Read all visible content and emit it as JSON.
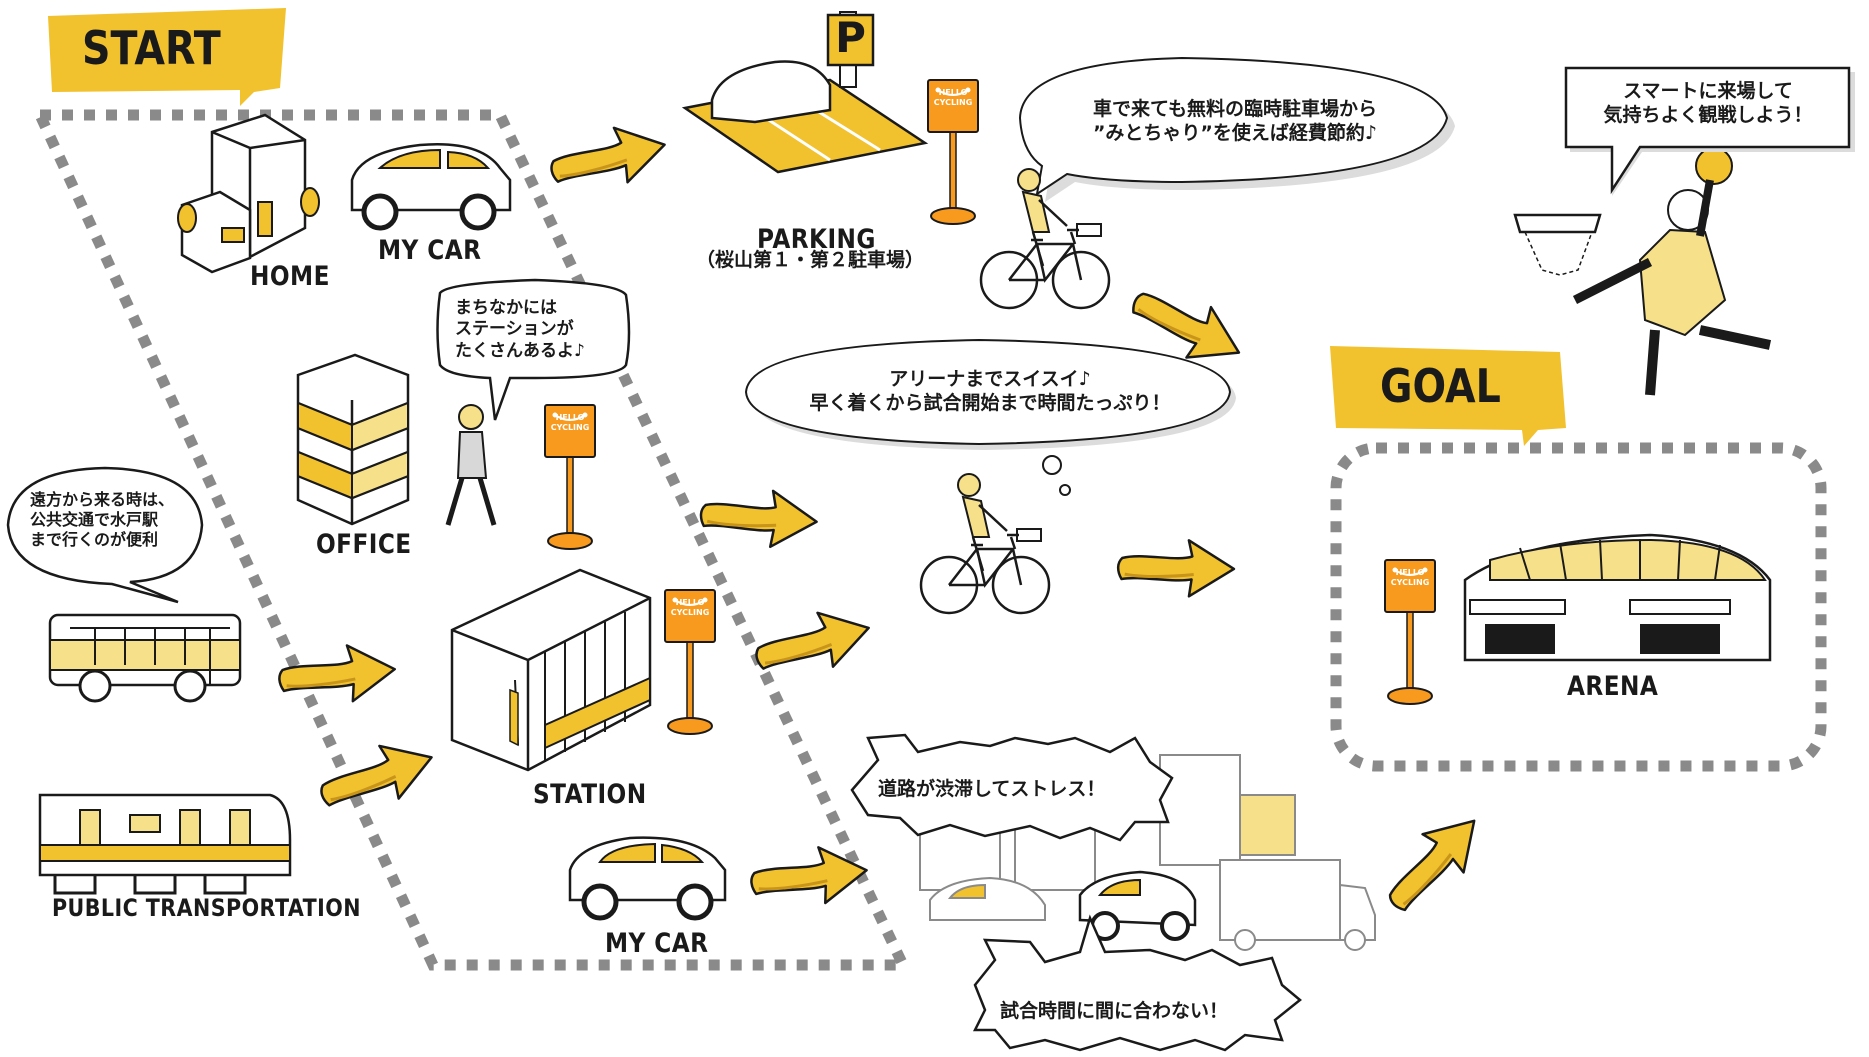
{
  "tags": {
    "start": "START",
    "goal": "GOAL"
  },
  "labels": {
    "home": "HOME",
    "my_car_top": "MY CAR",
    "office": "OFFICE",
    "station": "STATION",
    "public_transportation": "PUBLIC TRANSPORTATION",
    "my_car_bottom": "MY CAR",
    "parking": "PARKING",
    "parking_sub": "（桜山第１・第２駐車場）",
    "arena": "ARENA"
  },
  "signs": {
    "hello_cycling": [
      "HELLO",
      "CYCLING"
    ]
  },
  "parking_mark": "P",
  "bubbles": {
    "parking": [
      "車で来ても無料の臨時駐車場から",
      "”みとちゃり”を使えば経費節約♪"
    ],
    "smart": [
      "スマートに来場して",
      "気持ちよく観戦しよう！"
    ],
    "stations": [
      "まちなかには",
      "ステーションが",
      "たくさんあるよ♪"
    ],
    "arena_fast": [
      "アリーナまでスイスイ♪",
      "早く着くから試合開始まで時間たっぷり！"
    ],
    "far_away": [
      "遠方から来る時は、",
      "公共交通で水戸駅",
      "まで行くのが便利"
    ],
    "traffic": "道路が渋滞してストレス！",
    "late": "試合時間に間に合わない！"
  },
  "colors": {
    "accent": "#f2c12e",
    "accent_light": "#f6e08a",
    "route": "#8a8a8a",
    "sign": "#f79a1e",
    "ink": "#1a1a1a",
    "bubble_shadow": "#dcdcdc"
  }
}
